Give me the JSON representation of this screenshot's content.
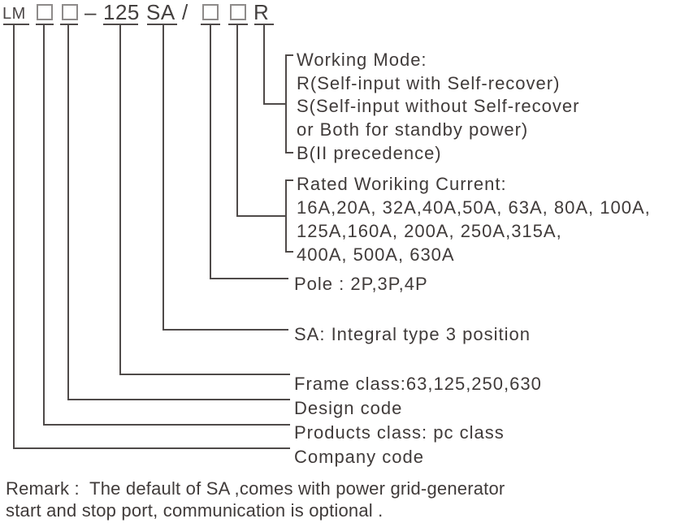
{
  "code": {
    "lm": "LM",
    "dash": "–",
    "frame": "125",
    "sa": "SA",
    "slash": "/",
    "mode": "R"
  },
  "sections": {
    "working_mode": {
      "title": "Working Mode:",
      "lines": [
        "R(Self-input with Self-recover)",
        "S(Self-input without Self-recover",
        "or Both for standby power)",
        "B(II precedence)"
      ]
    },
    "rated_current": {
      "title": "Rated Woriking Current:",
      "lines": [
        "16A,20A, 32A,40A,50A, 63A, 80A, 100A,",
        "125A,160A, 200A, 250A,315A,",
        "400A, 500A, 630A"
      ]
    },
    "pole": "Pole : 2P,3P,4P",
    "sa_type": "SA: Integral type 3 position",
    "frame_class": "Frame class:63,125,250,630",
    "design_code": "Design code",
    "products_class": "Products class: pc class",
    "company_code": "Company code"
  },
  "remark": {
    "line1": "Remark :  The default of SA ,comes with power grid-generator",
    "line2": "start and stop port, communication is optional ."
  },
  "colors": {
    "text": "#403b3a",
    "connector_line": "#4f4a49",
    "placeholder_box_border": "#8e8b8a",
    "background": "#ffffff"
  }
}
